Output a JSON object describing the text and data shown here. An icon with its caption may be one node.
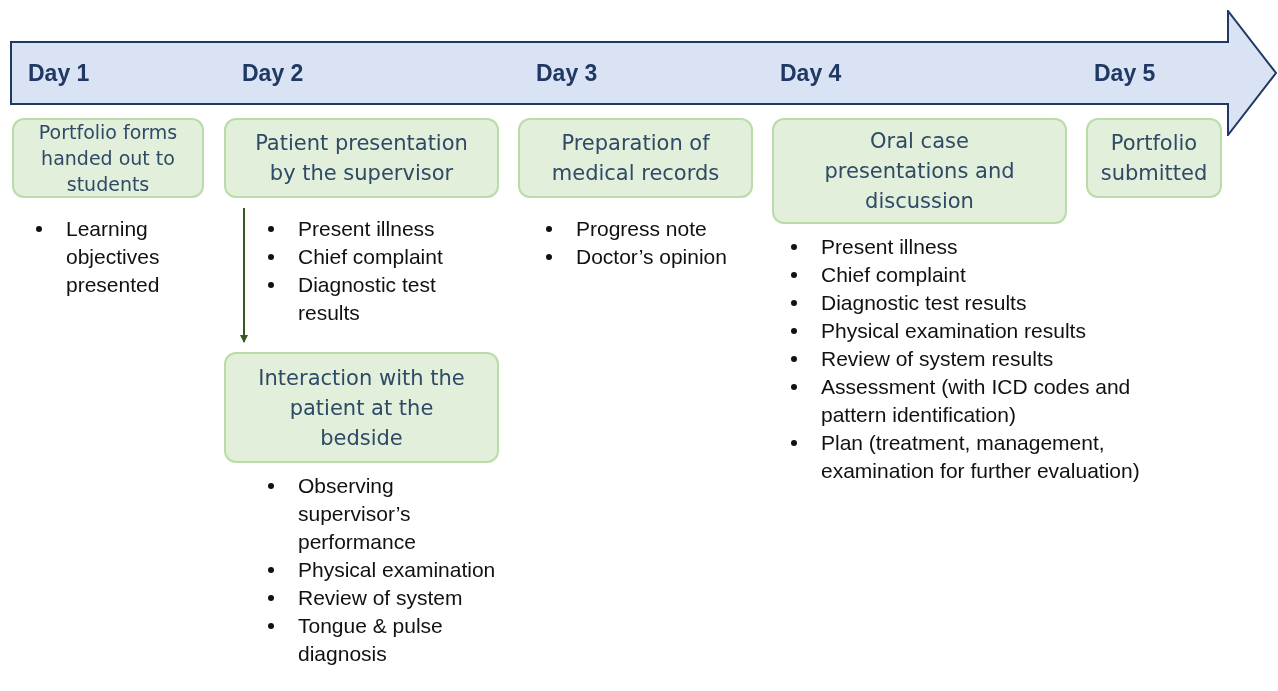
{
  "diagram": {
    "nodes": [
      {
        "text": [
          "Day 1",
          "Day 2",
          "Day 3",
          "Day 4",
          "Day 5"
        ]
      },
      {
        "text": [
          "Portfolio forms handed out to students"
        ],
        "beside": [
          "Learning objectives presented"
        ]
      },
      {
        "text": [
          "Patient presentation by the supervisor"
        ],
        "beside": [
          "Present illness",
          "Chief complaint",
          "Diagnostic test results"
        ]
      },
      {
        "text": [
          "Interaction with the patient at the bedside"
        ],
        "beside": [
          "Observing supervisor’s performance",
          "Physical examination",
          "Review of system",
          "Tongue & pulse diagnosis"
        ]
      },
      {
        "text": [
          "Preparation of medical records"
        ],
        "beside": [
          "Progress note",
          "Doctor’s opinion"
        ]
      },
      {
        "text": [
          "Oral case presentations and discussion"
        ],
        "beside": [
          "Present illness",
          "Chief complaint",
          "Diagnostic test results",
          "Physical examination results",
          "Review of system results",
          "Assessment (with ICD codes and pattern identification)",
          "Plan (treatment, management, examination for further evaluation)"
        ]
      },
      {
        "text": [
          "Portfolio submitted"
        ]
      }
    ],
    "edges": [
      {
        "from": 2,
        "to": 3,
        "arrow": "to"
      }
    ]
  }
}
